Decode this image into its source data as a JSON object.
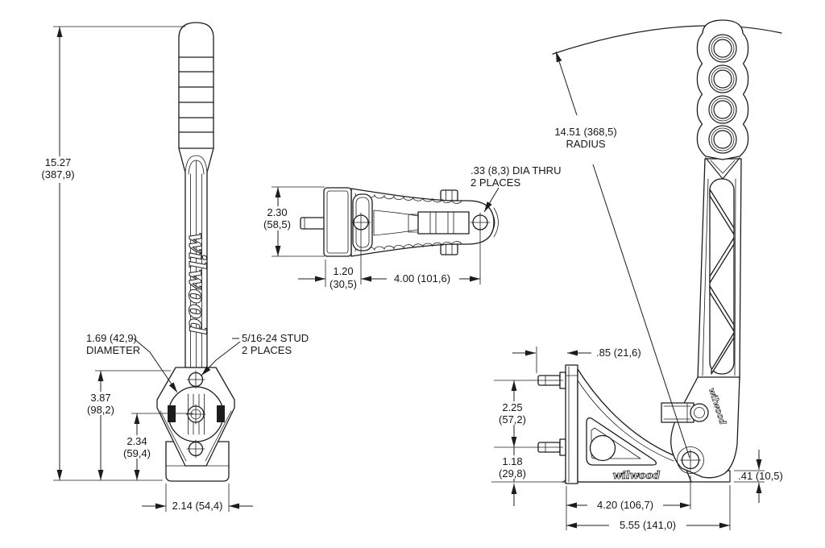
{
  "drawing": {
    "brand": "wilwood",
    "colors": {
      "ink": "#1c1c1c",
      "paper": "#ffffff"
    },
    "front_view": {
      "overall_height_in": "15.27",
      "overall_height_mm": "(387,9)",
      "stud_height_in": "3.87",
      "stud_height_mm": "(98,2)",
      "center_height_in": "2.34",
      "center_height_mm": "(59,4)",
      "base_width": "2.14 (54,4)",
      "bore_label_line1": "1.69 (42,9)",
      "bore_label_line2": "DIAMETER",
      "stud_label_line1": "5/16-24 STUD",
      "stud_label_line2": "2 PLACES"
    },
    "top_view": {
      "body_width_in": "2.30",
      "body_width_mm": "(58,5)",
      "hole_offset_in": "1.20",
      "hole_offset_mm": "(30,5)",
      "hole_spacing": "4.00 (101,6)",
      "thru_label_line1": ".33 (8,3) DIA THRU",
      "thru_label_line2": "2 PLACES"
    },
    "side_view": {
      "radius_line1": "14.51 (368,5)",
      "radius_line2": "RADIUS",
      "stud_length": ".85 (21,6)",
      "stud_spacing_in": "2.25",
      "stud_spacing_mm": "(57,2)",
      "lower_stud_in": "1.18",
      "lower_stud_mm": "(29,8)",
      "pivot_distance": "4.20 (106,7)",
      "overall_length": "5.55 (141,0)",
      "base_height": ".41 (10,5)"
    }
  }
}
